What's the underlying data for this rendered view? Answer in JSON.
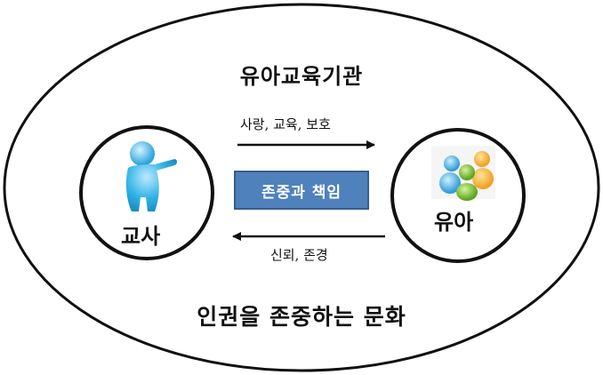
{
  "title": "유아교육기관",
  "bottom_text": "인권을 존중하는 문화",
  "teacher": {
    "label": "교사",
    "icon": "teacher-person-icon"
  },
  "child": {
    "label": "유아",
    "icon": "children-group-icon"
  },
  "arrow_teacher_to_child": {
    "label": "사랑, 교육, 보호"
  },
  "arrow_child_to_teacher": {
    "label": "신뢰, 존경"
  },
  "center_box": {
    "label": "존중과 책임",
    "color": "#4f81bd"
  },
  "colors": {
    "teacher_icon": "#33b5e5",
    "box_border": "#385d8a"
  }
}
